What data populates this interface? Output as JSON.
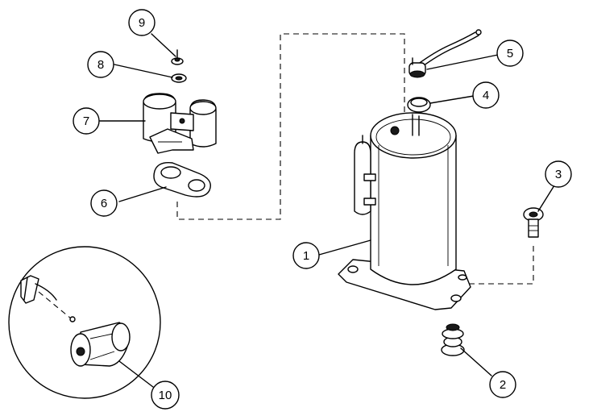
{
  "diagram": {
    "callouts": [
      {
        "id": "c1",
        "label": "1"
      },
      {
        "id": "c2",
        "label": "2"
      },
      {
        "id": "c3",
        "label": "3"
      },
      {
        "id": "c4",
        "label": "4"
      },
      {
        "id": "c5",
        "label": "5"
      },
      {
        "id": "c6",
        "label": "6"
      },
      {
        "id": "c7",
        "label": "7"
      },
      {
        "id": "c8",
        "label": "8"
      },
      {
        "id": "c9",
        "label": "9"
      },
      {
        "id": "c10",
        "label": "10"
      }
    ],
    "colors": {
      "ink": "#000000",
      "paper": "#ffffff"
    }
  }
}
